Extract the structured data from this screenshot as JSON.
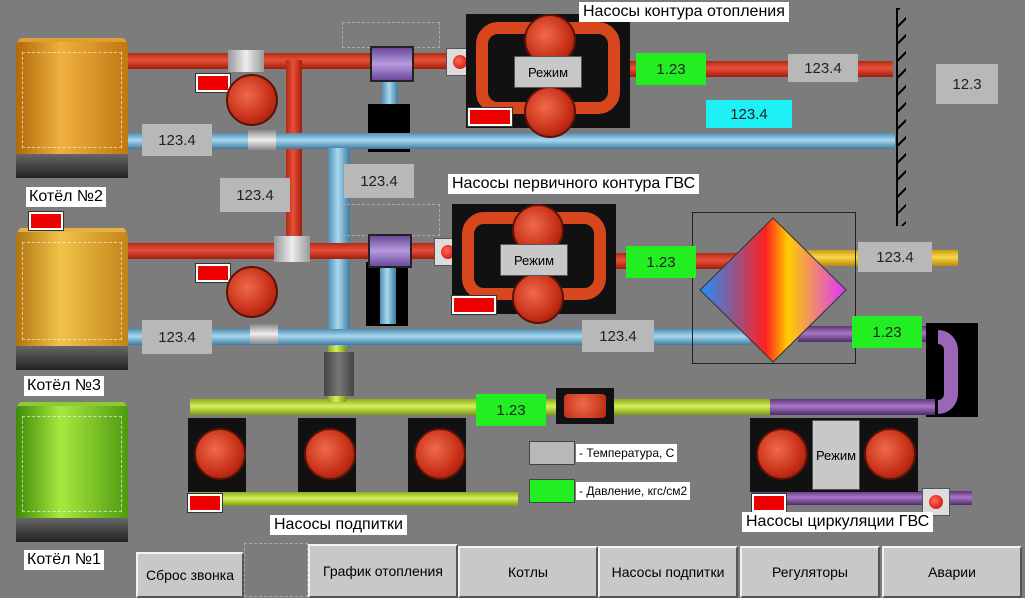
{
  "titles": {
    "heating_pumps": "Насосы контура отопления",
    "primary_dhw_pumps": "Насосы первичного контура ГВС",
    "makeup_pumps": "Насосы подпитки",
    "dhw_circ_pumps": "Насосы циркуляции ГВС"
  },
  "boilers": [
    "Котёл №2",
    "Котёл №3",
    "Котёл №1"
  ],
  "values": {
    "heating_out_pressure": "1.23",
    "heating_out_temp": "123.4",
    "heating_return_temp_cyan": "123.4",
    "outdoor_temp": "12.3",
    "boiler2_return": "123.4",
    "riser_left": "123.4",
    "riser_center": "123.4",
    "dhw_primary_pressure": "1.23",
    "dhw_hot_out": "123.4",
    "boiler3_return": "123.4",
    "dhw_return_mid": "123.4",
    "dhw_circ_pressure": "1.23",
    "makeup_pressure": "1.23"
  },
  "mode_label": "Режим",
  "legend": {
    "temperature": "- Температура, С",
    "pressure": "- Давление, кгс/см2"
  },
  "nav": [
    "Сброс звонка",
    "График отопления",
    "Котлы",
    "Насосы подпитки",
    "Регуляторы",
    "Аварии"
  ]
}
